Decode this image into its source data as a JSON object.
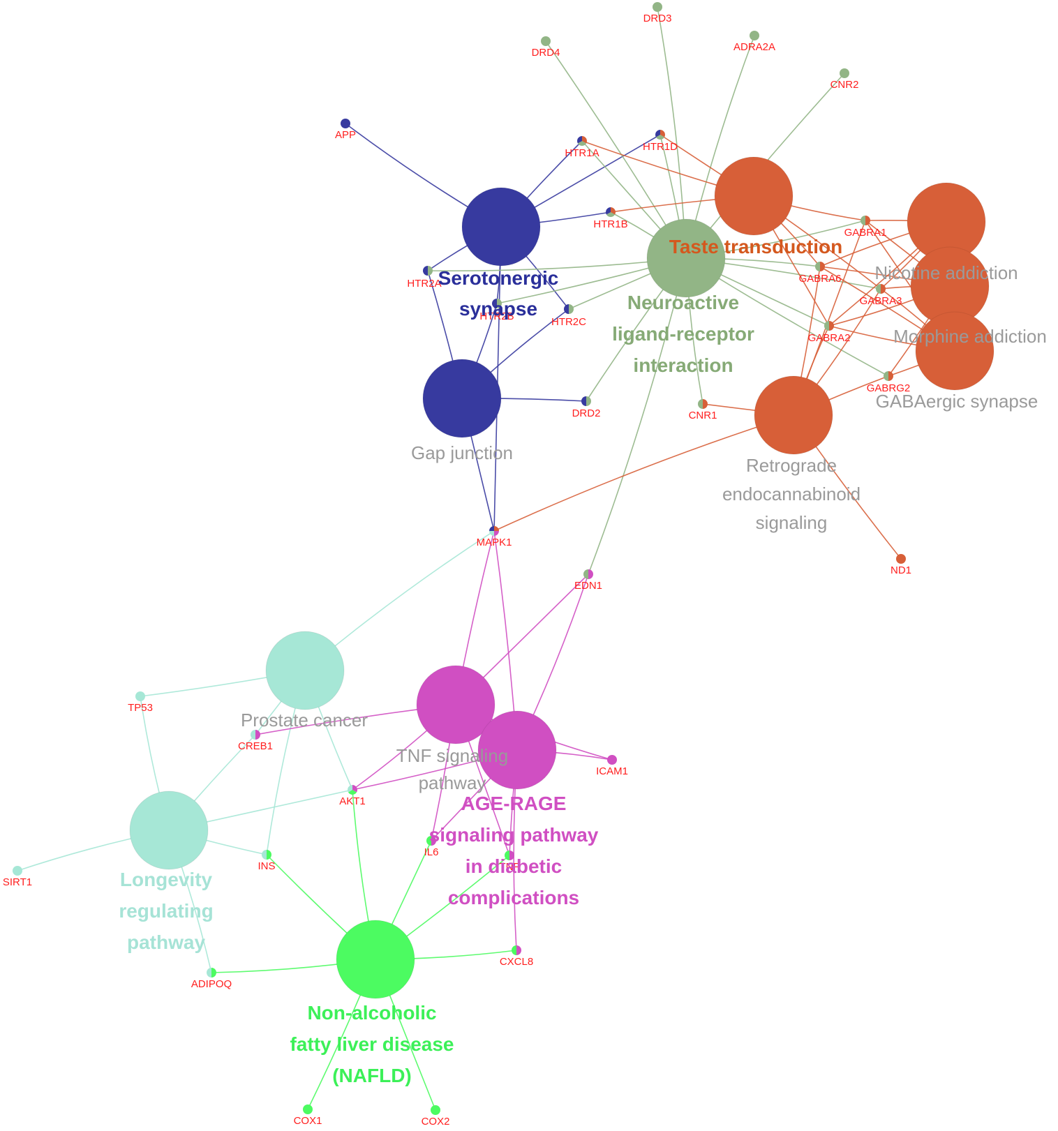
{
  "colors": {
    "serotonergic": "#373a9f",
    "neuroactive": "#92b586",
    "taste": "#d75f38",
    "prostate": "#a6e7d6",
    "tnf": "#d04fc2",
    "nafld": "#4cfb61",
    "gene_label": "#ff1e1e",
    "grey_label": "#9a9a9a"
  },
  "terms": [
    {
      "id": "serotonergic",
      "color_key": "serotonergic",
      "label_lines": [
        "Serotonergic",
        "synapse"
      ],
      "label_color": "#2a2f9a",
      "bold": true
    },
    {
      "id": "gap-junction",
      "color_key": "serotonergic",
      "label_lines": [
        "Gap junction"
      ],
      "label_color": "#9a9a9a",
      "bold": false
    },
    {
      "id": "neuroactive",
      "color_key": "neuroactive",
      "label_lines": [
        "Neuroactive",
        "ligand-receptor",
        "interaction"
      ],
      "label_color": "#86aa76",
      "bold": true
    },
    {
      "id": "taste",
      "color_key": "taste",
      "label_lines": [
        "Taste transduction"
      ],
      "label_color": "#d4581e",
      "bold": true
    },
    {
      "id": "nicotine",
      "color_key": "taste",
      "label_lines": [
        "Nicotine addiction"
      ],
      "label_color": "#9a9a9a",
      "bold": false
    },
    {
      "id": "morphine",
      "color_key": "taste",
      "label_lines": [
        "Morphine addiction"
      ],
      "label_color": "#9a9a9a",
      "bold": false
    },
    {
      "id": "gabaergic",
      "color_key": "taste",
      "label_lines": [
        "GABAergic synapse"
      ],
      "label_color": "#9a9a9a",
      "bold": false
    },
    {
      "id": "retrograde",
      "color_key": "taste",
      "label_lines": [
        "Retrograde",
        "endocannabinoid",
        "signaling"
      ],
      "label_color": "#9a9a9a",
      "bold": false
    },
    {
      "id": "prostate",
      "color_key": "prostate",
      "label_lines": [
        "Prostate cancer"
      ],
      "label_color": "#9a9a9a",
      "bold": false
    },
    {
      "id": "longevity",
      "color_key": "prostate",
      "label_lines": [
        "Longevity",
        "regulating",
        "pathway"
      ],
      "label_color": "#a6e3d6",
      "bold": true
    },
    {
      "id": "tnf",
      "color_key": "tnf",
      "label_lines": [
        "TNF signaling",
        "pathway"
      ],
      "label_color": "#9a9a9a",
      "bold": false
    },
    {
      "id": "agerage",
      "color_key": "tnf",
      "label_lines": [
        "AGE-RAGE",
        "signaling pathway",
        "in diabetic",
        "complications"
      ],
      "label_color": "#d04fc2",
      "bold": true
    },
    {
      "id": "nafld",
      "color_key": "nafld",
      "label_lines": [
        "Non-alcoholic",
        "fatty liver disease",
        "(NAFLD)"
      ],
      "label_color": "#3cf058",
      "bold": true
    }
  ],
  "genes": [
    {
      "id": "APP",
      "label": "APP",
      "colors": [
        "serotonergic"
      ]
    },
    {
      "id": "HTR1A",
      "label": "HTR1A",
      "colors": [
        "taste",
        "neuroactive",
        "serotonergic"
      ]
    },
    {
      "id": "HTR1D",
      "label": "HTR1D",
      "colors": [
        "taste",
        "neuroactive",
        "serotonergic"
      ]
    },
    {
      "id": "HTR1B",
      "label": "HTR1B",
      "colors": [
        "taste",
        "neuroactive",
        "serotonergic"
      ]
    },
    {
      "id": "HTR2A",
      "label": "HTR2A",
      "colors": [
        "neuroactive",
        "serotonergic"
      ]
    },
    {
      "id": "HTR2B",
      "label": "HTR2B",
      "colors": [
        "neuroactive",
        "serotonergic"
      ]
    },
    {
      "id": "HTR2C",
      "label": "HTR2C",
      "colors": [
        "neuroactive",
        "serotonergic"
      ]
    },
    {
      "id": "DRD2",
      "label": "DRD2",
      "colors": [
        "neuroactive",
        "serotonergic"
      ]
    },
    {
      "id": "DRD3",
      "label": "DRD3",
      "colors": [
        "neuroactive"
      ]
    },
    {
      "id": "DRD4",
      "label": "DRD4",
      "colors": [
        "neuroactive"
      ]
    },
    {
      "id": "ADRA2A",
      "label": "ADRA2A",
      "colors": [
        "neuroactive"
      ]
    },
    {
      "id": "CNR2",
      "label": "CNR2",
      "colors": [
        "neuroactive"
      ]
    },
    {
      "id": "GABRA1",
      "label": "GABRA1",
      "colors": [
        "taste",
        "neuroactive"
      ]
    },
    {
      "id": "GABRA6",
      "label": "GABRA6",
      "colors": [
        "taste",
        "neuroactive"
      ]
    },
    {
      "id": "GABRA3",
      "label": "GABRA3",
      "colors": [
        "taste",
        "neuroactive"
      ]
    },
    {
      "id": "GABRA2",
      "label": "GABRA2",
      "colors": [
        "taste",
        "neuroactive"
      ]
    },
    {
      "id": "GABRG2",
      "label": "GABRG2",
      "colors": [
        "taste",
        "neuroactive"
      ]
    },
    {
      "id": "CNR1",
      "label": "CNR1",
      "colors": [
        "taste",
        "neuroactive"
      ]
    },
    {
      "id": "ND1",
      "label": "ND1",
      "colors": [
        "taste"
      ]
    },
    {
      "id": "MAPK1",
      "label": "MAPK1",
      "colors": [
        "taste",
        "tnf",
        "prostate",
        "serotonergic"
      ]
    },
    {
      "id": "EDN1",
      "label": "EDN1",
      "colors": [
        "tnf",
        "neuroactive"
      ]
    },
    {
      "id": "TP53",
      "label": "TP53",
      "colors": [
        "prostate"
      ]
    },
    {
      "id": "CREB1",
      "label": "CREB1",
      "colors": [
        "tnf",
        "prostate"
      ]
    },
    {
      "id": "ICAM1",
      "label": "ICAM1",
      "colors": [
        "tnf"
      ]
    },
    {
      "id": "AKT1",
      "label": "AKT1",
      "colors": [
        "tnf",
        "nafld",
        "prostate"
      ]
    },
    {
      "id": "SIRT1",
      "label": "SIRT1",
      "colors": [
        "prostate"
      ]
    },
    {
      "id": "INS",
      "label": "INS",
      "colors": [
        "nafld",
        "prostate"
      ]
    },
    {
      "id": "IL6",
      "label": "IL6",
      "colors": [
        "tnf",
        "nafld"
      ]
    },
    {
      "id": "TNF",
      "label": "TNF",
      "colors": [
        "tnf",
        "nafld"
      ]
    },
    {
      "id": "CXCL8",
      "label": "CXCL8",
      "colors": [
        "tnf",
        "nafld"
      ]
    },
    {
      "id": "ADIPOQ",
      "label": "ADIPOQ",
      "colors": [
        "nafld",
        "prostate"
      ]
    },
    {
      "id": "COX1",
      "label": "COX1",
      "colors": [
        "nafld"
      ]
    },
    {
      "id": "COX2",
      "label": "COX2",
      "colors": [
        "nafld"
      ]
    }
  ],
  "edges": [
    {
      "from": "serotonergic",
      "to": "APP",
      "color_key": "serotonergic"
    },
    {
      "from": "serotonergic",
      "to": "HTR1A",
      "color_key": "serotonergic"
    },
    {
      "from": "serotonergic",
      "to": "HTR1D",
      "color_key": "serotonergic"
    },
    {
      "from": "serotonergic",
      "to": "HTR1B",
      "color_key": "serotonergic"
    },
    {
      "from": "serotonergic",
      "to": "HTR2A",
      "color_key": "serotonergic"
    },
    {
      "from": "serotonergic",
      "to": "HTR2B",
      "color_key": "serotonergic"
    },
    {
      "from": "serotonergic",
      "to": "HTR2C",
      "color_key": "serotonergic"
    },
    {
      "from": "serotonergic",
      "to": "MAPK1",
      "color_key": "serotonergic"
    },
    {
      "from": "gap-junction",
      "to": "HTR2A",
      "color_key": "serotonergic"
    },
    {
      "from": "gap-junction",
      "to": "HTR2B",
      "color_key": "serotonergic"
    },
    {
      "from": "gap-junction",
      "to": "HTR2C",
      "color_key": "serotonergic"
    },
    {
      "from": "gap-junction",
      "to": "DRD2",
      "color_key": "serotonergic"
    },
    {
      "from": "gap-junction",
      "to": "MAPK1",
      "color_key": "serotonergic"
    },
    {
      "from": "neuroactive",
      "to": "DRD4",
      "color_key": "neuroactive"
    },
    {
      "from": "neuroactive",
      "to": "DRD3",
      "color_key": "neuroactive"
    },
    {
      "from": "neuroactive",
      "to": "ADRA2A",
      "color_key": "neuroactive"
    },
    {
      "from": "neuroactive",
      "to": "CNR2",
      "color_key": "neuroactive"
    },
    {
      "from": "neuroactive",
      "to": "HTR1A",
      "color_key": "neuroactive"
    },
    {
      "from": "neuroactive",
      "to": "HTR1D",
      "color_key": "neuroactive"
    },
    {
      "from": "neuroactive",
      "to": "HTR1B",
      "color_key": "neuroactive"
    },
    {
      "from": "neuroactive",
      "to": "HTR2A",
      "color_key": "neuroactive"
    },
    {
      "from": "neuroactive",
      "to": "HTR2B",
      "color_key": "neuroactive"
    },
    {
      "from": "neuroactive",
      "to": "HTR2C",
      "color_key": "neuroactive"
    },
    {
      "from": "neuroactive",
      "to": "DRD2",
      "color_key": "neuroactive"
    },
    {
      "from": "neuroactive",
      "to": "GABRA1",
      "color_key": "neuroactive"
    },
    {
      "from": "neuroactive",
      "to": "GABRA6",
      "color_key": "neuroactive"
    },
    {
      "from": "neuroactive",
      "to": "GABRA3",
      "color_key": "neuroactive"
    },
    {
      "from": "neuroactive",
      "to": "GABRA2",
      "color_key": "neuroactive"
    },
    {
      "from": "neuroactive",
      "to": "GABRG2",
      "color_key": "neuroactive"
    },
    {
      "from": "neuroactive",
      "to": "CNR1",
      "color_key": "neuroactive"
    },
    {
      "from": "neuroactive",
      "to": "EDN1",
      "color_key": "neuroactive"
    },
    {
      "from": "taste",
      "to": "HTR1A",
      "color_key": "taste"
    },
    {
      "from": "taste",
      "to": "HTR1D",
      "color_key": "taste"
    },
    {
      "from": "taste",
      "to": "HTR1B",
      "color_key": "taste"
    },
    {
      "from": "taste",
      "to": "GABRA1",
      "color_key": "taste"
    },
    {
      "from": "taste",
      "to": "GABRA6",
      "color_key": "taste"
    },
    {
      "from": "taste",
      "to": "GABRA3",
      "color_key": "taste"
    },
    {
      "from": "taste",
      "to": "GABRA2",
      "color_key": "taste"
    },
    {
      "from": "nicotine",
      "to": "GABRA1",
      "color_key": "taste"
    },
    {
      "from": "nicotine",
      "to": "GABRA6",
      "color_key": "taste"
    },
    {
      "from": "nicotine",
      "to": "GABRA3",
      "color_key": "taste"
    },
    {
      "from": "nicotine",
      "to": "GABRA2",
      "color_key": "taste"
    },
    {
      "from": "morphine",
      "to": "GABRA1",
      "color_key": "taste"
    },
    {
      "from": "morphine",
      "to": "GABRA6",
      "color_key": "taste"
    },
    {
      "from": "morphine",
      "to": "GABRA3",
      "color_key": "taste"
    },
    {
      "from": "morphine",
      "to": "GABRA2",
      "color_key": "taste"
    },
    {
      "from": "morphine",
      "to": "GABRG2",
      "color_key": "taste"
    },
    {
      "from": "gabaergic",
      "to": "GABRA1",
      "color_key": "taste"
    },
    {
      "from": "gabaergic",
      "to": "GABRA6",
      "color_key": "taste"
    },
    {
      "from": "gabaergic",
      "to": "GABRA3",
      "color_key": "taste"
    },
    {
      "from": "gabaergic",
      "to": "GABRA2",
      "color_key": "taste"
    },
    {
      "from": "gabaergic",
      "to": "GABRG2",
      "color_key": "taste"
    },
    {
      "from": "retrograde",
      "to": "GABRA1",
      "color_key": "taste"
    },
    {
      "from": "retrograde",
      "to": "GABRA6",
      "color_key": "taste"
    },
    {
      "from": "retrograde",
      "to": "GABRA3",
      "color_key": "taste"
    },
    {
      "from": "retrograde",
      "to": "GABRA2",
      "color_key": "taste"
    },
    {
      "from": "retrograde",
      "to": "GABRG2",
      "color_key": "taste"
    },
    {
      "from": "retrograde",
      "to": "CNR1",
      "color_key": "taste"
    },
    {
      "from": "retrograde",
      "to": "ND1",
      "color_key": "taste"
    },
    {
      "from": "retrograde",
      "to": "MAPK1",
      "color_key": "taste"
    },
    {
      "from": "prostate",
      "to": "MAPK1",
      "color_key": "prostate"
    },
    {
      "from": "prostate",
      "to": "TP53",
      "color_key": "prostate"
    },
    {
      "from": "prostate",
      "to": "CREB1",
      "color_key": "prostate"
    },
    {
      "from": "prostate",
      "to": "AKT1",
      "color_key": "prostate"
    },
    {
      "from": "prostate",
      "to": "INS",
      "color_key": "prostate"
    },
    {
      "from": "longevity",
      "to": "TP53",
      "color_key": "prostate"
    },
    {
      "from": "longevity",
      "to": "CREB1",
      "color_key": "prostate"
    },
    {
      "from": "longevity",
      "to": "AKT1",
      "color_key": "prostate"
    },
    {
      "from": "longevity",
      "to": "INS",
      "color_key": "prostate"
    },
    {
      "from": "longevity",
      "to": "SIRT1",
      "color_key": "prostate"
    },
    {
      "from": "longevity",
      "to": "ADIPOQ",
      "color_key": "prostate"
    },
    {
      "from": "tnf",
      "to": "MAPK1",
      "color_key": "tnf"
    },
    {
      "from": "tnf",
      "to": "EDN1",
      "color_key": "tnf"
    },
    {
      "from": "tnf",
      "to": "CREB1",
      "color_key": "tnf"
    },
    {
      "from": "tnf",
      "to": "ICAM1",
      "color_key": "tnf"
    },
    {
      "from": "tnf",
      "to": "AKT1",
      "color_key": "tnf"
    },
    {
      "from": "tnf",
      "to": "IL6",
      "color_key": "tnf"
    },
    {
      "from": "tnf",
      "to": "TNF",
      "color_key": "tnf"
    },
    {
      "from": "agerage",
      "to": "MAPK1",
      "color_key": "tnf"
    },
    {
      "from": "agerage",
      "to": "EDN1",
      "color_key": "tnf"
    },
    {
      "from": "agerage",
      "to": "ICAM1",
      "color_key": "tnf"
    },
    {
      "from": "agerage",
      "to": "AKT1",
      "color_key": "tnf"
    },
    {
      "from": "agerage",
      "to": "IL6",
      "color_key": "tnf"
    },
    {
      "from": "agerage",
      "to": "TNF",
      "color_key": "tnf"
    },
    {
      "from": "agerage",
      "to": "CXCL8",
      "color_key": "tnf"
    },
    {
      "from": "nafld",
      "to": "AKT1",
      "color_key": "nafld"
    },
    {
      "from": "nafld",
      "to": "INS",
      "color_key": "nafld"
    },
    {
      "from": "nafld",
      "to": "IL6",
      "color_key": "nafld"
    },
    {
      "from": "nafld",
      "to": "TNF",
      "color_key": "nafld"
    },
    {
      "from": "nafld",
      "to": "CXCL8",
      "color_key": "nafld"
    },
    {
      "from": "nafld",
      "to": "ADIPOQ",
      "color_key": "nafld"
    },
    {
      "from": "nafld",
      "to": "COX1",
      "color_key": "nafld"
    },
    {
      "from": "nafld",
      "to": "COX2",
      "color_key": "nafld"
    }
  ]
}
